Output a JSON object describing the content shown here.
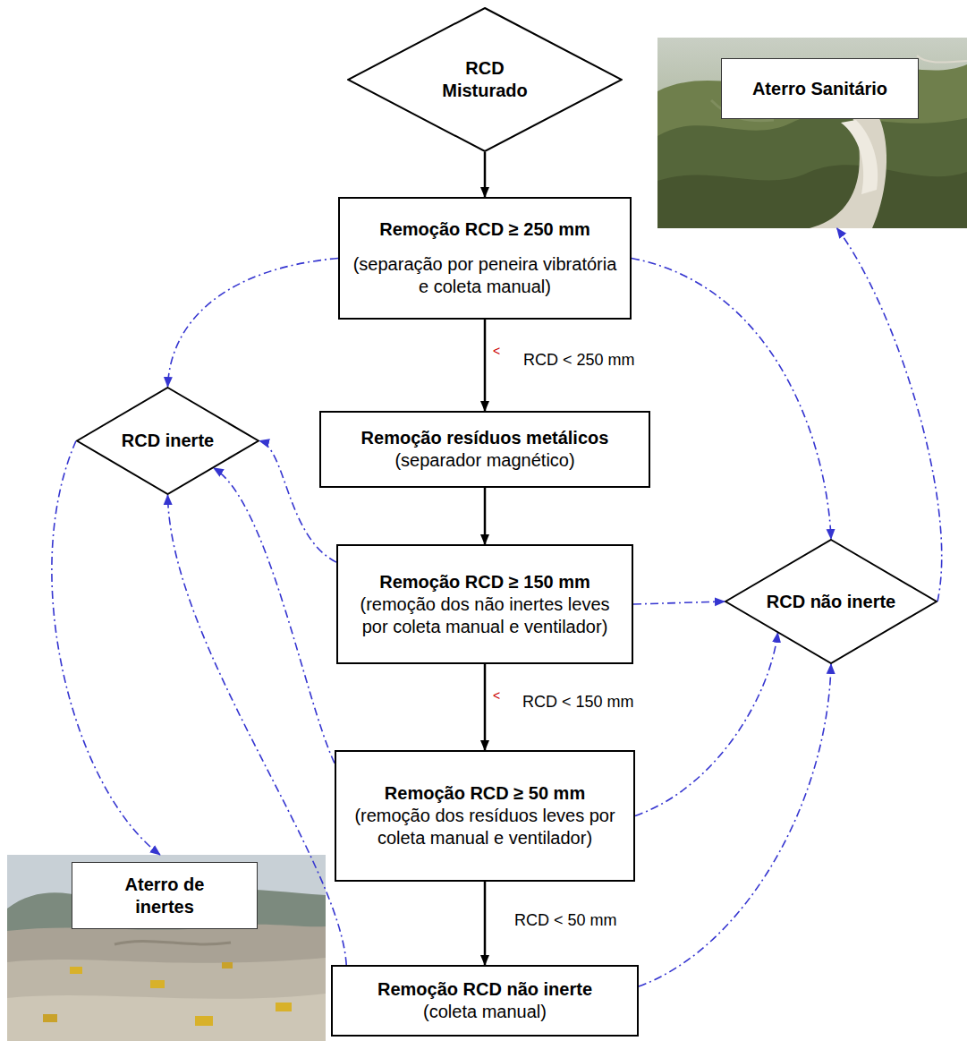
{
  "diagram": {
    "nodes": [
      {
        "text": [
          "RCD Misturado"
        ]
      },
      {
        "text": [
          "Aterro Sanitário"
        ]
      },
      {
        "text": [
          "Remoção RCD ≥ 250 mm",
          "(separação por peneira vibratória e coleta manual)"
        ]
      },
      {
        "text": [
          "RCD inerte"
        ]
      },
      {
        "text": [
          "Remoção resíduos metálicos",
          "(separador magnético)"
        ]
      },
      {
        "text": [
          "Remoção RCD ≥ 150 mm",
          "(remoção dos não inertes leves por coleta manual e ventilador)"
        ]
      },
      {
        "text": [
          "RCD não inerte"
        ]
      },
      {
        "text": [
          "Remoção RCD ≥ 50 mm",
          "(remoção dos resíduos leves por coleta manual e ventilador)"
        ]
      },
      {
        "text": [
          "Aterro de inertes"
        ]
      },
      {
        "text": [
          "Remoção RCD não inerte",
          "(coleta manual)"
        ]
      }
    ],
    "edges": [
      {
        "from": 0,
        "to": 2,
        "arrow": "to"
      },
      {
        "from": 2,
        "to": 4,
        "arrow": "to",
        "label": "RCD < 250 mm"
      },
      {
        "from": 4,
        "to": 5,
        "arrow": "to"
      },
      {
        "from": 5,
        "to": 7,
        "arrow": "to",
        "label": "RCD < 150 mm"
      },
      {
        "from": 7,
        "to": 9,
        "arrow": "to",
        "label": "RCD < 50 mm"
      },
      {
        "from": 2,
        "to": 3,
        "arrow": "to"
      },
      {
        "from": 2,
        "to": 6,
        "arrow": "to"
      },
      {
        "from": 5,
        "to": 3,
        "arrow": "to"
      },
      {
        "from": 5,
        "to": 6,
        "arrow": "to"
      },
      {
        "from": 7,
        "to": 3,
        "arrow": "to"
      },
      {
        "from": 7,
        "to": 6,
        "arrow": "to"
      },
      {
        "from": 9,
        "to": 3,
        "arrow": "to"
      },
      {
        "from": 9,
        "to": 6,
        "arrow": "to"
      },
      {
        "from": 6,
        "to": 1,
        "arrow": "to"
      },
      {
        "from": 3,
        "to": 8,
        "arrow": "to"
      }
    ],
    "labels": [
      "<",
      "<"
    ]
  }
}
